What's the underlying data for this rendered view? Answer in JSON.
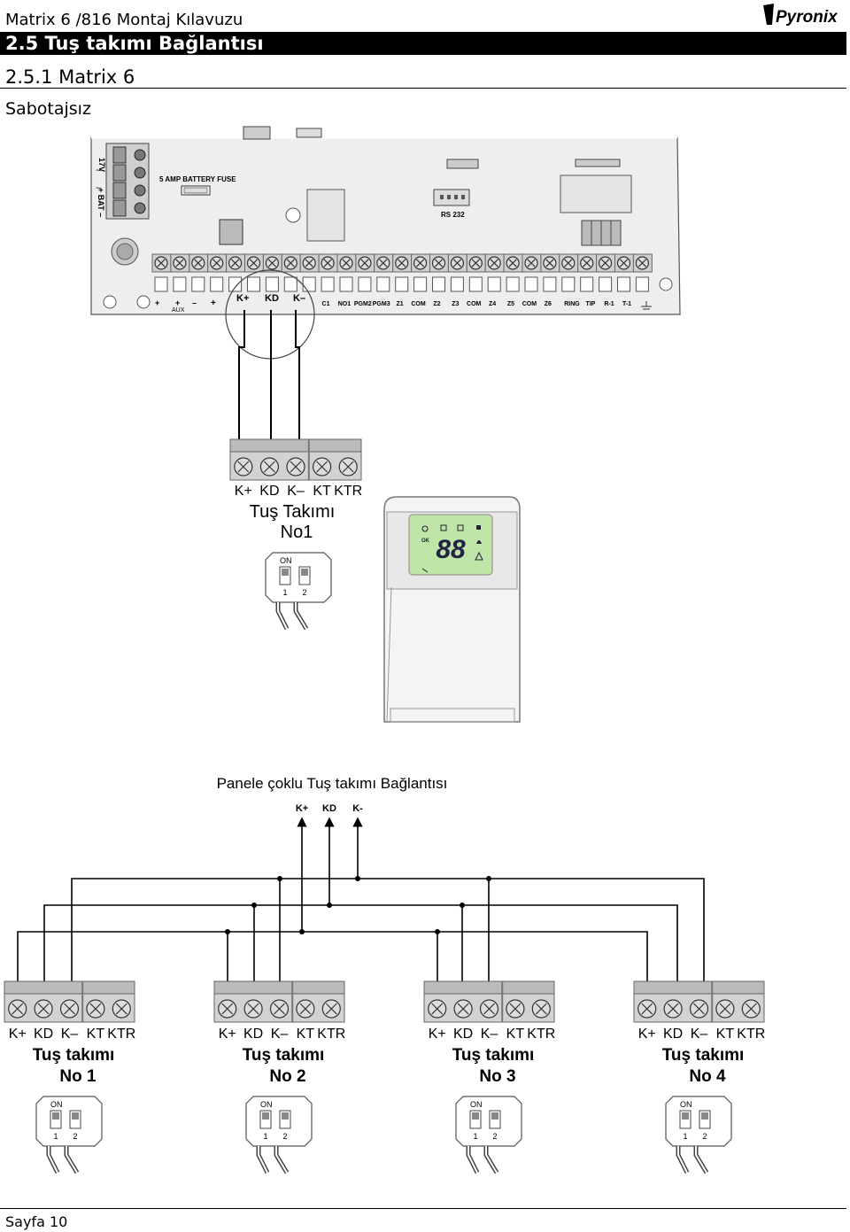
{
  "header": {
    "doc_title": "Matrix 6 /816 Montaj Kılavuzu",
    "logo_text": "Pyronix"
  },
  "section": {
    "title": "2.5 Tuş takımı Bağlantısı",
    "subtitle": "2.5.1 Matrix 6",
    "tamper_label": "Sabotajsız"
  },
  "panel": {
    "power_labels": [
      "17V",
      "~",
      "~",
      "+ BAT –"
    ],
    "fuse_label": "5 AMP BATTERY FUSE",
    "rs232_label": "RS 232",
    "aux_label": "AUX",
    "kp_labels": [
      "K+",
      "KD",
      "K–"
    ],
    "terminal_labels": [
      "C1",
      "NO1",
      "PGM2",
      "PGM3",
      "Z1",
      "COM",
      "Z2",
      "Z3",
      "COM",
      "Z4",
      "Z5",
      "COM",
      "Z6"
    ],
    "phone_labels": [
      "RING",
      "TIP",
      "R-1",
      "T-1"
    ]
  },
  "keypad1": {
    "terminal_labels": [
      "K+",
      "KD",
      "K–",
      "KT",
      "KTR"
    ],
    "title": "Tuş Takımı",
    "number": "No1",
    "dip_on": "ON",
    "dip_nums": [
      "1",
      "2"
    ],
    "lcd_digits": "88",
    "lcd_ok": "OK"
  },
  "multi": {
    "title": "Panele çoklu Tuş takımı Bağlantısı",
    "bus_labels": [
      "K+",
      "KD",
      "K-"
    ],
    "keypads": [
      {
        "terminals": [
          "K+",
          "KD",
          "K–",
          "KT",
          "KTR"
        ],
        "title": "Tuş takımı",
        "number": "No 1"
      },
      {
        "terminals": [
          "K+",
          "KD",
          "K–",
          "KT",
          "KTR"
        ],
        "title": "Tuş takımı",
        "number": "No 2"
      },
      {
        "terminals": [
          "K+",
          "KD",
          "K–",
          "KT",
          "KTR"
        ],
        "title": "Tuş takımı",
        "number": "No 3"
      },
      {
        "terminals": [
          "K+",
          "KD",
          "K–",
          "KT",
          "KTR"
        ],
        "title": "Tuş takımı",
        "number": "No 4"
      }
    ],
    "dip_on": "ON",
    "dip_nums": [
      "1",
      "2"
    ]
  },
  "footer": {
    "page": "Sayfa 10"
  }
}
